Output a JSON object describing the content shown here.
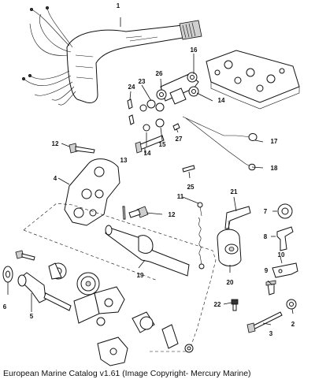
{
  "caption": "European Marine Catalog v1.61 (Image Copyright- Mercury Marine)",
  "callouts": [
    {
      "num": "1",
      "name": "callout-1"
    },
    {
      "num": "2",
      "name": "callout-2"
    },
    {
      "num": "3",
      "name": "callout-3"
    },
    {
      "num": "4",
      "name": "callout-4"
    },
    {
      "num": "5",
      "name": "callout-5"
    },
    {
      "num": "6",
      "name": "callout-6"
    },
    {
      "num": "7",
      "name": "callout-7"
    },
    {
      "num": "8",
      "name": "callout-8"
    },
    {
      "num": "9",
      "name": "callout-9"
    },
    {
      "num": "10",
      "name": "callout-10"
    },
    {
      "num": "11",
      "name": "callout-11"
    },
    {
      "num": "12",
      "name": "callout-12-upper"
    },
    {
      "num": "12",
      "name": "callout-12-lower"
    },
    {
      "num": "13",
      "name": "callout-13"
    },
    {
      "num": "14",
      "name": "callout-14-right"
    },
    {
      "num": "14",
      "name": "callout-14-left"
    },
    {
      "num": "15",
      "name": "callout-15"
    },
    {
      "num": "16",
      "name": "callout-16"
    },
    {
      "num": "17",
      "name": "callout-17"
    },
    {
      "num": "18",
      "name": "callout-18"
    },
    {
      "num": "19",
      "name": "callout-19"
    },
    {
      "num": "20",
      "name": "callout-20"
    },
    {
      "num": "21",
      "name": "callout-21"
    },
    {
      "num": "22",
      "name": "callout-22"
    },
    {
      "num": "23",
      "name": "callout-23"
    },
    {
      "num": "24",
      "name": "callout-24"
    },
    {
      "num": "25",
      "name": "callout-25"
    },
    {
      "num": "26",
      "name": "callout-26"
    },
    {
      "num": "27",
      "name": "callout-27"
    }
  ]
}
